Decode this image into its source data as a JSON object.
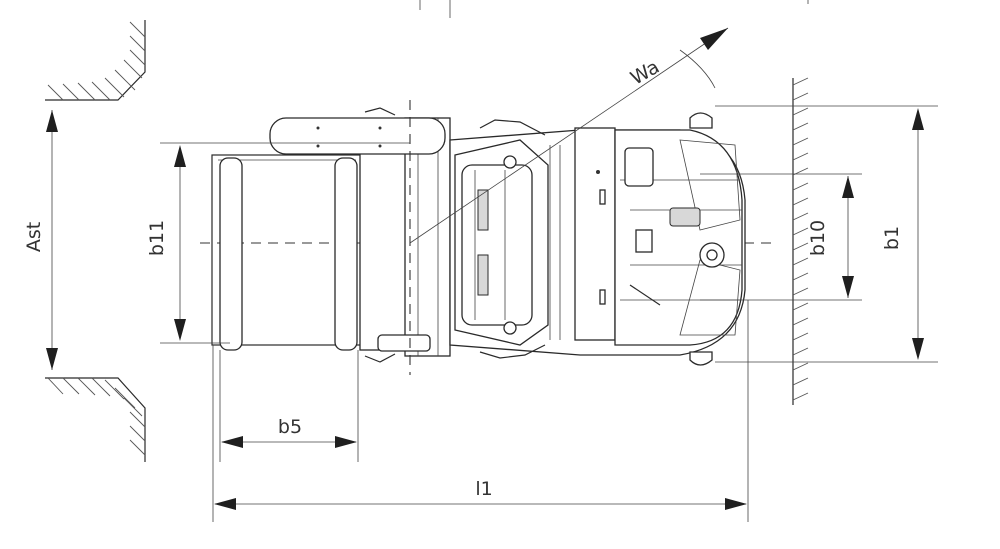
{
  "labels": {
    "ast": "Ast",
    "b11": "b11",
    "b10": "b10",
    "b1": "b1",
    "b5": "b5",
    "l1": "l1",
    "wa": "Wa"
  }
}
